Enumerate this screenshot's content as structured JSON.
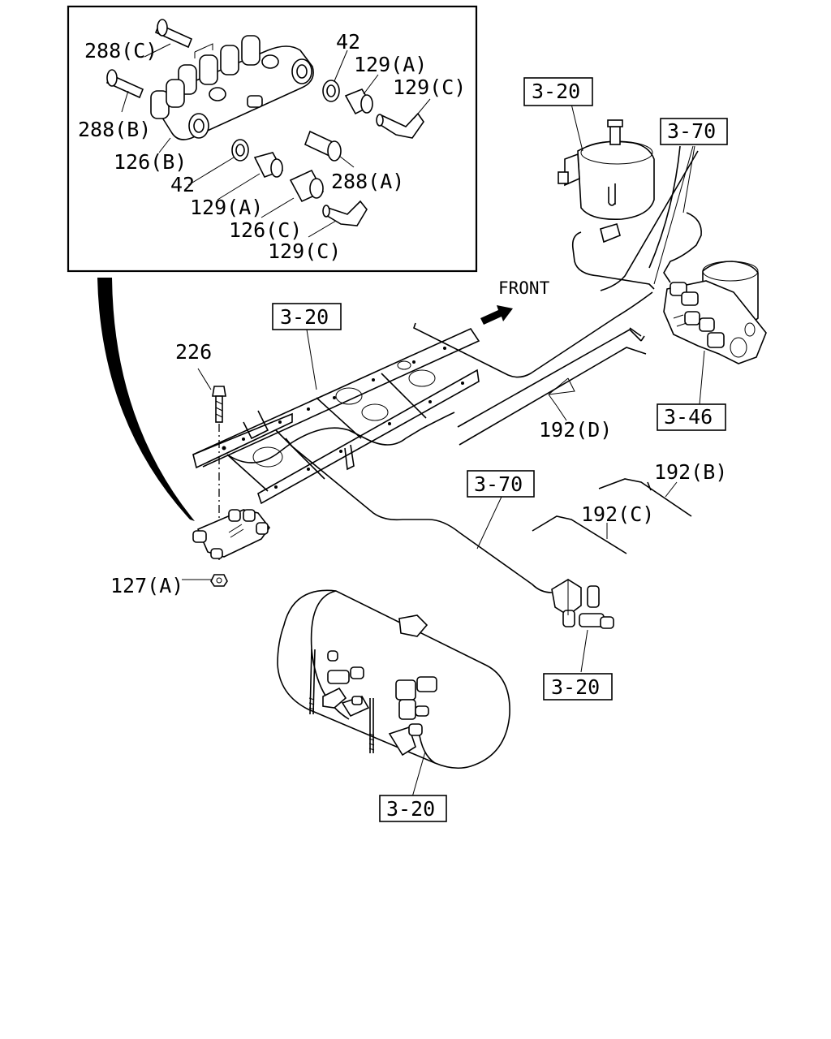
{
  "diagram": {
    "part_labels": {
      "p288c": "288(C)",
      "p288b": "288(B)",
      "p126b": "126(B)",
      "p42a": "42",
      "p42b": "42",
      "p129a_top": "129(A)",
      "p129c_top": "129(C)",
      "p288a": "288(A)",
      "p129a_bot": "129(A)",
      "p126c": "126(C)",
      "p129c_bot": "129(C)",
      "p226": "226",
      "p127a": "127(A)",
      "p192d": "192(D)",
      "p192b": "192(B)",
      "p192c": "192(C)"
    },
    "ref_boxes": {
      "r320_dryer": "3-20",
      "r370_top": "3-70",
      "r320_frame": "3-20",
      "r346": "3-46",
      "r370_mid": "3-70",
      "r320_valve": "3-20",
      "r320_tank": "3-20"
    },
    "front_label": "FRONT"
  }
}
